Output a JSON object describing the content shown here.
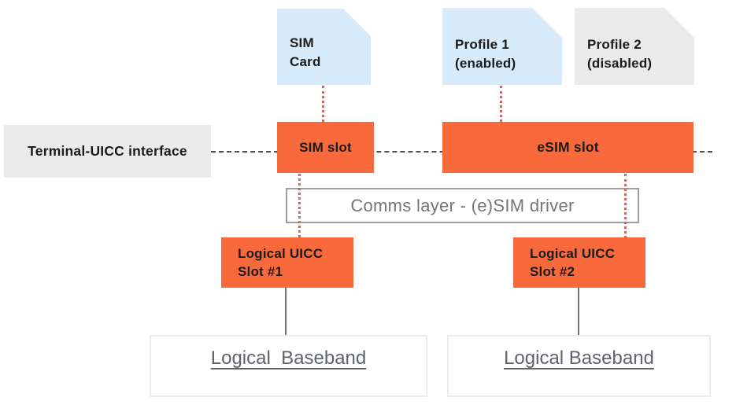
{
  "colors": {
    "orange": "#F8693B",
    "light_blue": "#D7EBFA",
    "light_gray": "#EBEBEB",
    "comms_border": "#9E9E9E",
    "comms_text": "#757575",
    "baseband_border": "#EDEDED",
    "baseband_text": "#5F6368",
    "dashed_line": "#4D4D4D",
    "dotted_line": "#EF5B4B",
    "connector_line": "#757575"
  },
  "nodes": {
    "terminal_interface": {
      "label": "Terminal-UICC interface"
    },
    "sim_card": {
      "label": "SIM\nCard"
    },
    "profile_1": {
      "label": "Profile 1\n(enabled)"
    },
    "profile_2": {
      "label": "Profile 2\n(disabled)"
    },
    "sim_slot": {
      "label": "SIM slot"
    },
    "esim_slot": {
      "label": "eSIM slot"
    },
    "comms_layer": {
      "label": "Comms layer - (e)SIM driver"
    },
    "logical_uicc_slot_1": {
      "label": "Logical UICC\nSlot #1"
    },
    "logical_uicc_slot_2": {
      "label": "Logical UICC\nSlot #2"
    },
    "logical_baseband_1": {
      "label": "Logical  Baseband"
    },
    "logical_baseband_2": {
      "label": "Logical Baseband"
    }
  },
  "connections": [
    {
      "from": "sim_card",
      "to": "sim_slot",
      "style": "red-dotted"
    },
    {
      "from": "sim_slot",
      "to": "logical_uicc_slot_1",
      "style": "red-dotted"
    },
    {
      "from": "profile_1",
      "to": "esim_slot",
      "style": "red-dotted"
    },
    {
      "from": "esim_slot",
      "to": "logical_uicc_slot_2",
      "style": "red-dotted"
    },
    {
      "from": "terminal_interface",
      "to": "esim_slot",
      "style": "gray-dashed-horizontal"
    },
    {
      "from": "logical_uicc_slot_1",
      "to": "logical_baseband_1",
      "style": "gray-solid"
    },
    {
      "from": "logical_uicc_slot_2",
      "to": "logical_baseband_2",
      "style": "gray-solid"
    }
  ]
}
